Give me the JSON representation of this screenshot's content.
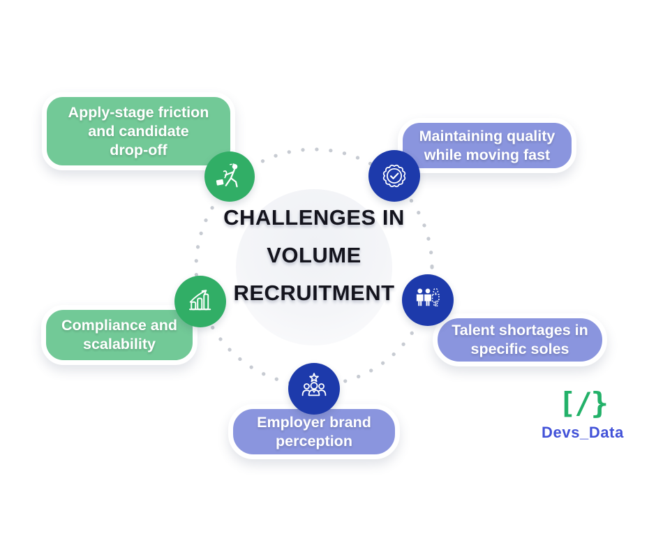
{
  "title": {
    "line1": "CHALLENGES IN",
    "line2": "VOLUME",
    "line3": "RECRUITMENT"
  },
  "bubbles": {
    "apply": {
      "line1": "Apply-stage friction",
      "line2": "and candidate",
      "line3": "drop-off",
      "color": "green",
      "icon": "walking-person-briefcase-icon"
    },
    "quality": {
      "line1": "Maintaining quality",
      "line2": "while moving fast",
      "color": "purple",
      "icon": "quality-badge-check-icon"
    },
    "compliance": {
      "line1": "Compliance and",
      "line2": "scalability",
      "color": "green",
      "icon": "growth-bar-chart-icon"
    },
    "talent": {
      "line1": "Talent shortages in",
      "line2": "specific soles",
      "color": "purple",
      "icon": "people-missing-member-icon"
    },
    "brand": {
      "line1": "Employer brand",
      "line2": "perception",
      "color": "purple",
      "icon": "people-star-icon"
    }
  },
  "logo": {
    "icon_text": "[/}",
    "name": "Devs_Data"
  },
  "colors": {
    "background": "#ffffff",
    "bubble_green": "#72c997",
    "bubble_purple": "#8a95de",
    "icon_green": "#31ae66",
    "icon_blue": "#1d3aab",
    "title_text": "#14141d",
    "dotted_ring": "#c7cbd2",
    "logo_green": "#23b169",
    "logo_text": "#4252d8"
  }
}
